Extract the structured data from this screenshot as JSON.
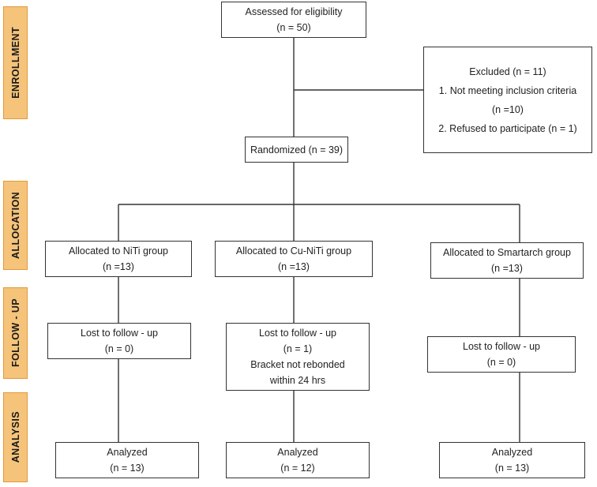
{
  "stages": {
    "enrollment": "ENROLLMENT",
    "allocation": "ALLOCATION",
    "follow_up": "FOLLOW - UP",
    "analysis": "ANALYSIS"
  },
  "assessed": {
    "label": "Assessed for eligibility",
    "n": "(n = 50)"
  },
  "excluded": {
    "label": "Excluded (n = 11)",
    "reason1": "1. Not meeting inclusion criteria",
    "reason1_n": "(n =10)",
    "reason2": "2. Refused to participate (n = 1)"
  },
  "randomized": {
    "label": "Randomized (n = 39)"
  },
  "allocation": {
    "niti": {
      "label": "Allocated to NiTi group",
      "n": "(n =13)"
    },
    "cuniti": {
      "label": "Allocated to Cu-NiTi group",
      "n": "(n =13)"
    },
    "smartarch": {
      "label": "Allocated to Smartarch group",
      "n": "(n =13)"
    }
  },
  "followup": {
    "niti": {
      "label": "Lost to follow - up",
      "n": "(n = 0)"
    },
    "cuniti": {
      "label": "Lost to follow - up",
      "n": "(n = 1)",
      "note1": "Bracket not rebonded",
      "note2": "within 24 hrs"
    },
    "smartarch": {
      "label": "Lost to follow - up",
      "n": "(n = 0)"
    }
  },
  "analysis": {
    "niti": {
      "label": "Analyzed",
      "n": "(n = 13)"
    },
    "cuniti": {
      "label": "Analyzed",
      "n": "(n = 12)"
    },
    "smartarch": {
      "label": "Analyzed",
      "n": "(n = 13)"
    }
  }
}
